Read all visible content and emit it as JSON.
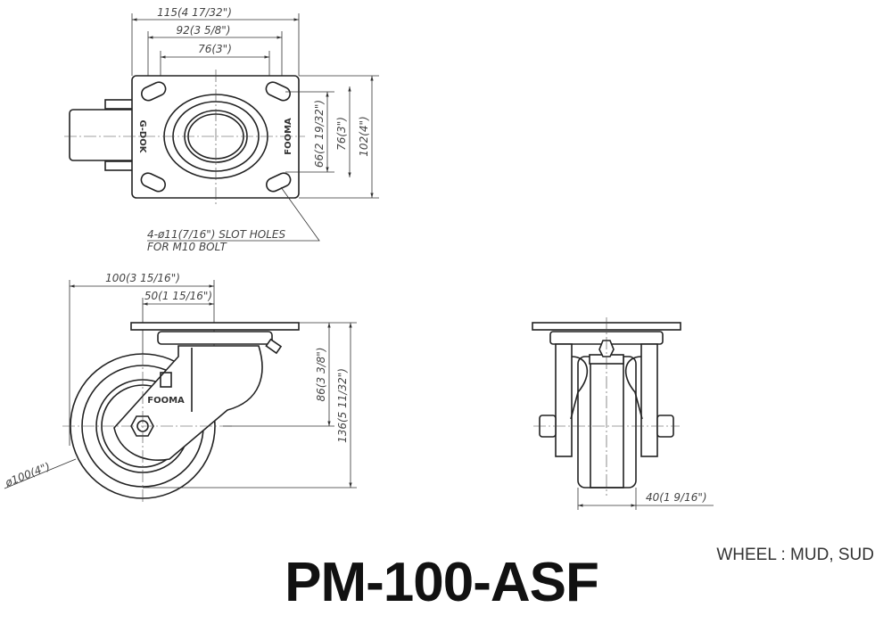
{
  "model": "PM-100-ASF",
  "wheel_note": "WHEEL : MUD, SUD",
  "top_view": {
    "dim_overall_width": "115(4 17/32\")",
    "dim_hole_outer": "92(3 5/8\")",
    "dim_hole_inner": "76(3\")",
    "dim_vert_inner": "66(2 19/32\")",
    "dim_vert_mid": "76(3\")",
    "dim_vert_overall": "102(4\")",
    "note_line1": "4-ø11(7/16\") SLOT HOLES",
    "note_line2": "FOR M10 BOLT",
    "mark_left": "G-DOK",
    "mark_right": "FOOMA"
  },
  "side_view": {
    "dim_offset_total": "100(3 15/16\")",
    "dim_offset_half": "50(1 15/16\")",
    "dim_height_axle": "86(3 3/8\")",
    "dim_height_total": "136(5 11/32\")",
    "dim_diameter": "ø100(4\")",
    "brand": "FOOMA"
  },
  "front_view": {
    "dim_wheel_width": "40(1 9/16\")"
  }
}
